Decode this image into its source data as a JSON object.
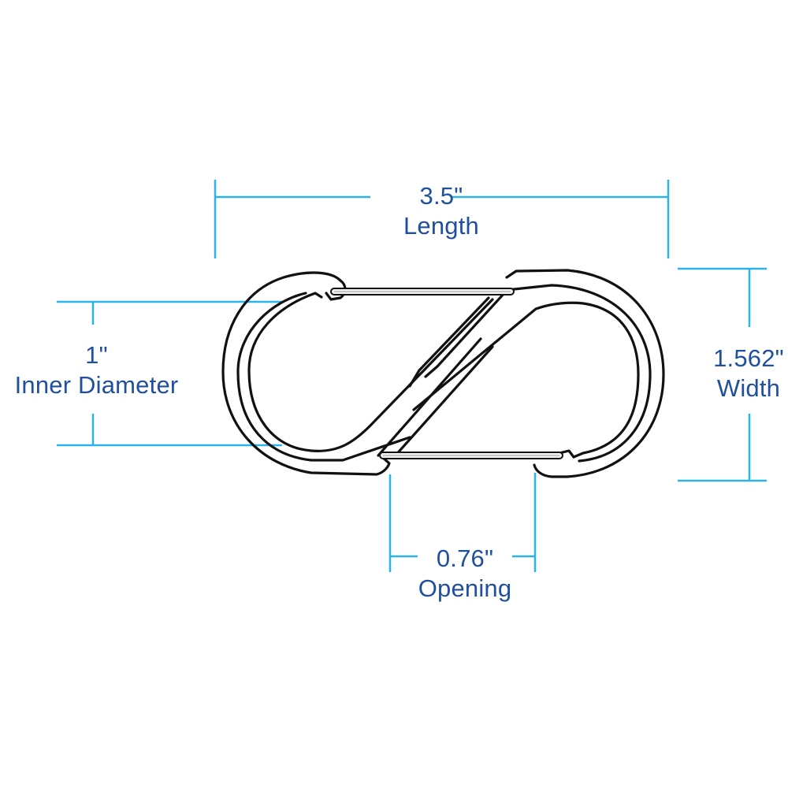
{
  "colors": {
    "dimension_line": "#2bb3ec",
    "label_text": "#1f4f9e",
    "outline": "#111111",
    "background": "#ffffff"
  },
  "subject": {
    "name": "S-Biner double-gated carabiner",
    "icon": "s-carabiner-outline"
  },
  "dimensions": {
    "length": {
      "value": "3.5\"",
      "label": "Length"
    },
    "inner_diameter": {
      "value": "1\"",
      "label": "Inner Diameter"
    },
    "width": {
      "value": "1.562\"",
      "label": "Width"
    },
    "opening": {
      "value": "0.76\"",
      "label": "Opening"
    }
  }
}
